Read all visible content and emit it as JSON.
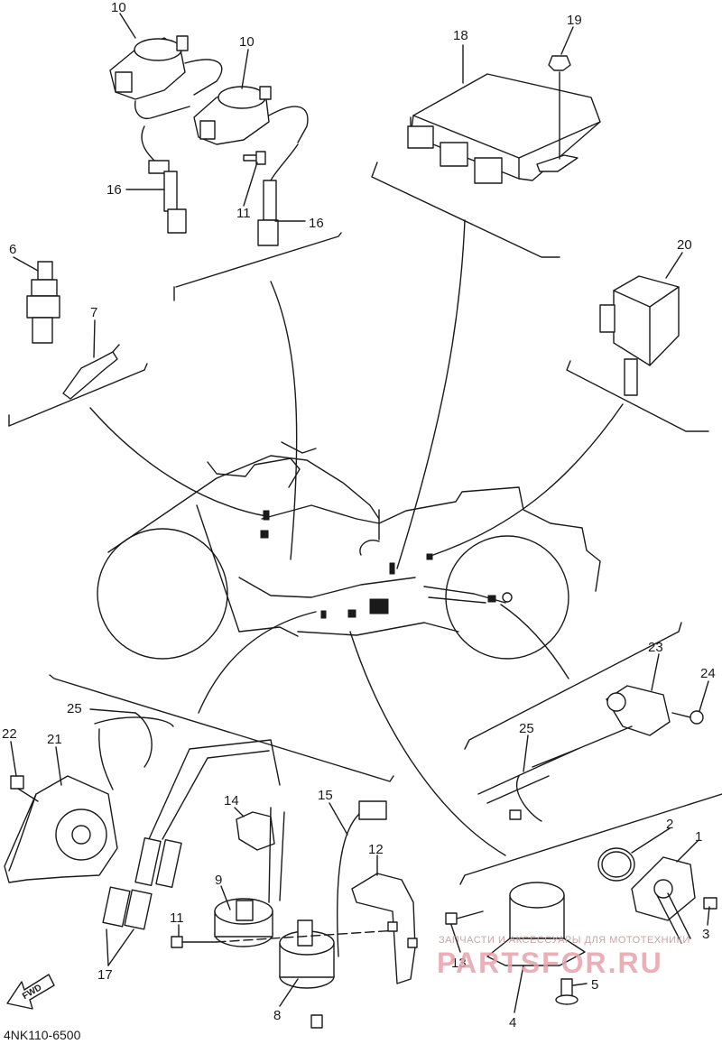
{
  "diagram_code": "4NK110-6500",
  "direction_label": "FWD",
  "watermark": {
    "line1": "ЗАПЧАСТИ И АКСЕССУАРЫ ДЛЯ МОТОТЕХНИКИ",
    "line2": "PARTSFOR.RU"
  },
  "callouts": [
    {
      "id": "c10a",
      "text": "10"
    },
    {
      "id": "c10b",
      "text": "10"
    },
    {
      "id": "c16a",
      "text": "16"
    },
    {
      "id": "c11a",
      "text": "11"
    },
    {
      "id": "c16b",
      "text": "16"
    },
    {
      "id": "c18",
      "text": "18"
    },
    {
      "id": "c19",
      "text": "19"
    },
    {
      "id": "c6",
      "text": "6"
    },
    {
      "id": "c7",
      "text": "7"
    },
    {
      "id": "c20",
      "text": "20"
    },
    {
      "id": "c25a",
      "text": "25"
    },
    {
      "id": "c22",
      "text": "22"
    },
    {
      "id": "c21",
      "text": "21"
    },
    {
      "id": "c14",
      "text": "14"
    },
    {
      "id": "c15",
      "text": "15"
    },
    {
      "id": "c12",
      "text": "12"
    },
    {
      "id": "c9",
      "text": "9"
    },
    {
      "id": "c11b",
      "text": "11"
    },
    {
      "id": "c17",
      "text": "17"
    },
    {
      "id": "c8",
      "text": "8"
    },
    {
      "id": "c23",
      "text": "23"
    },
    {
      "id": "c24",
      "text": "24"
    },
    {
      "id": "c25b",
      "text": "25"
    },
    {
      "id": "c2",
      "text": "2"
    },
    {
      "id": "c1",
      "text": "1"
    },
    {
      "id": "c3",
      "text": "3"
    },
    {
      "id": "c13",
      "text": "13"
    },
    {
      "id": "c4",
      "text": "4"
    },
    {
      "id": "c5",
      "text": "5"
    }
  ]
}
